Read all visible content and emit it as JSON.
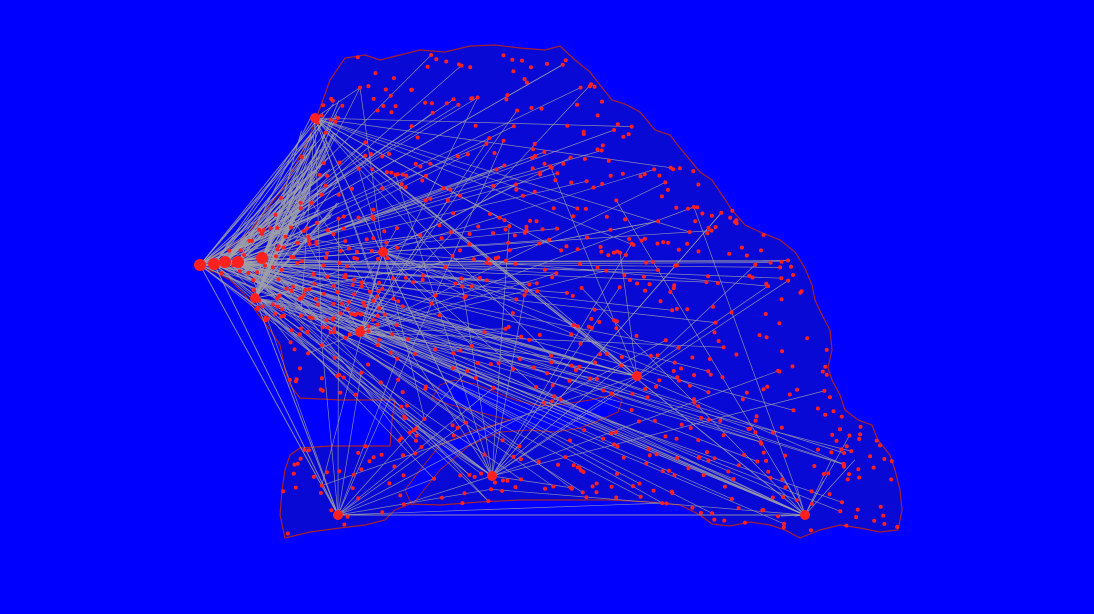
{
  "view": {
    "background_color": "#0000ff",
    "land_fill_color": "#0909d6",
    "border_color": "#a8202a",
    "link_color": "#a0a0a8",
    "point_color": "#ff2020"
  },
  "map": {
    "country_shape": "senegal-outline",
    "hub_points": "major-cities",
    "scatter_points": "settlements",
    "links": "connections-radiating-from-hubs"
  }
}
